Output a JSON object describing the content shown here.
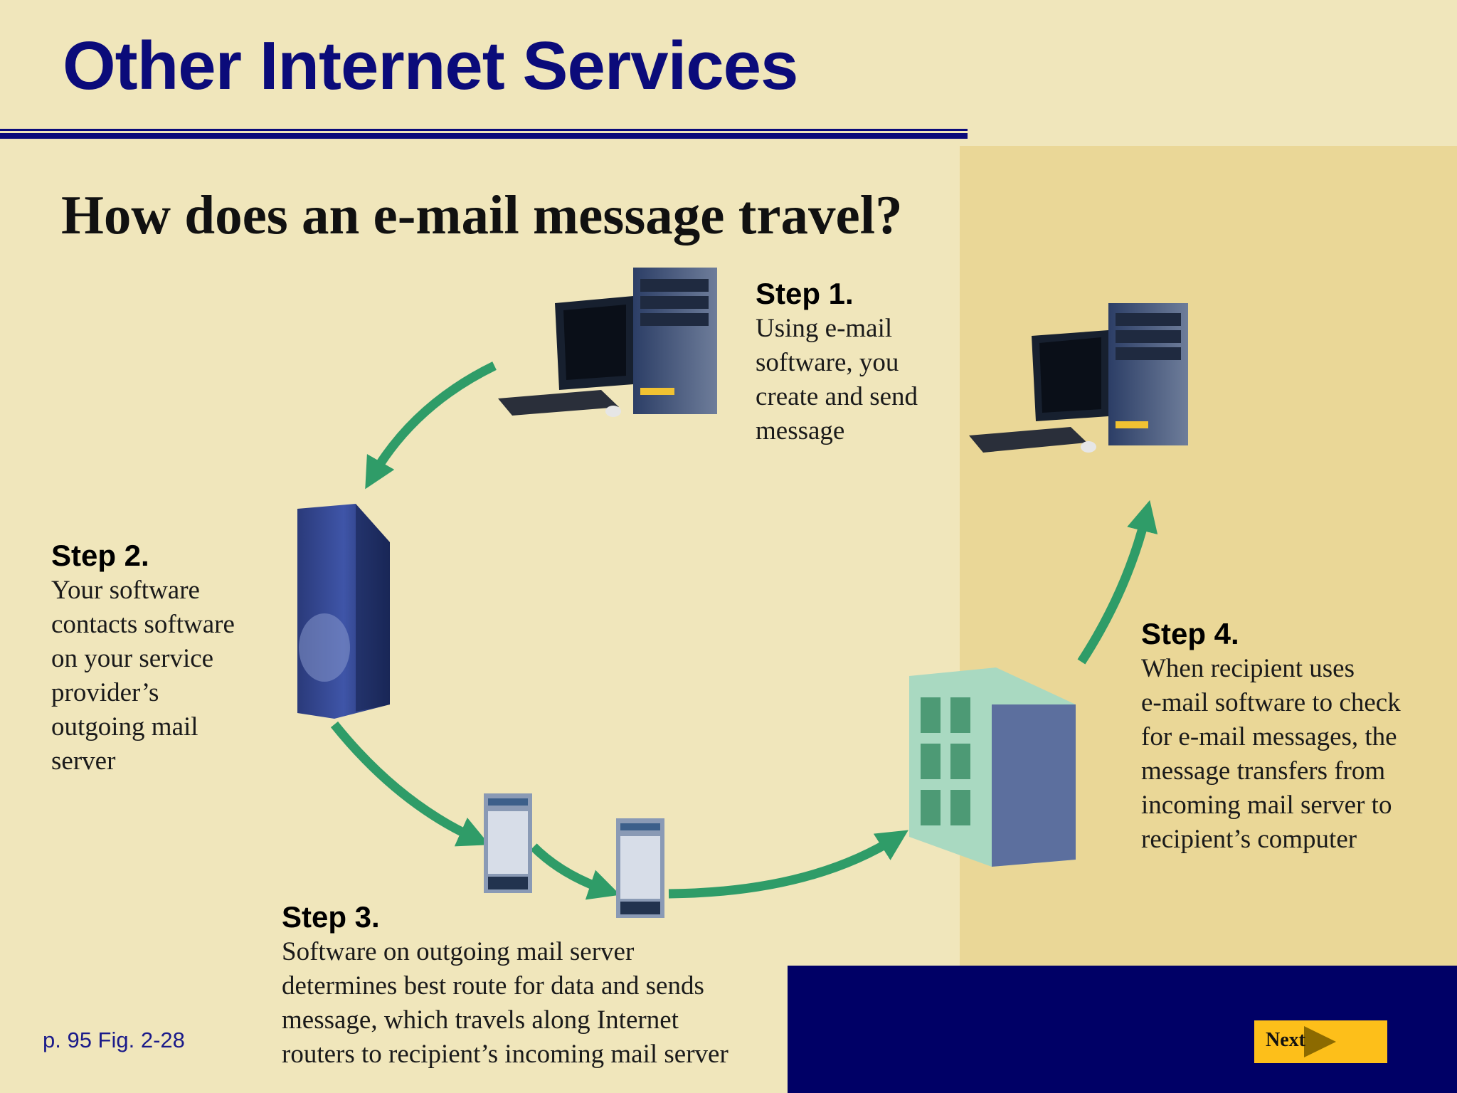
{
  "slide": {
    "title": "Other Internet Services",
    "subtitle": "How does an e-mail message travel?",
    "steps": [
      {
        "heading": "Step 1.",
        "text": "Using e-mail\nsoftware, you\ncreate and send\nmessage"
      },
      {
        "heading": "Step 2.",
        "text": "Your software\ncontacts software\non your service\nprovider’s\noutgoing mail\nserver"
      },
      {
        "heading": "Step 3.",
        "text": "Software on outgoing mail server\ndetermines best route for data and sends\nmessage, which travels along Internet\nrouters to recipient’s incoming mail server"
      },
      {
        "heading": "Step 4.",
        "text": "When recipient uses\ne-mail software to check\nfor e-mail messages, the\nmessage transfers from\nincoming mail server to\nrecipient’s computer"
      }
    ],
    "figure_ref": "p. 95 Fig. 2-28",
    "next_label": "Next",
    "icons": [
      "desktop-computer-icon",
      "mail-server-tower-icon",
      "router-icon",
      "mailbox-server-icon",
      "arrow-icon"
    ],
    "colors": {
      "title": "#0b0b7a",
      "background": "#f0e6bb",
      "panel": "#ead797",
      "navy_bar": "#000066",
      "arrow": "#2f9c68",
      "button": "#fdbf1a"
    }
  }
}
